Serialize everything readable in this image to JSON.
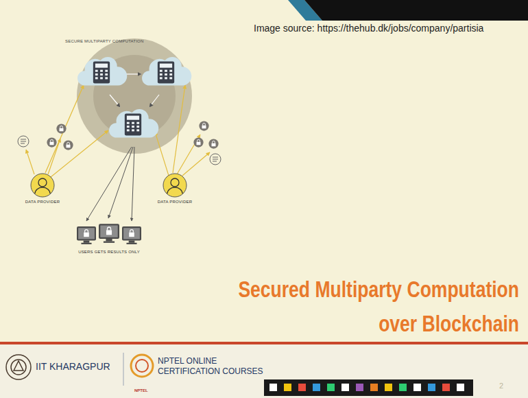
{
  "diagram": {
    "title": "Secured Multiparty Computation over Blockchain",
    "nodes": [
      {
        "text": [
          "DATA PROVIDER"
        ]
      },
      {
        "text": [
          "DATA PROVIDER"
        ]
      }
    ],
    "labels": [
      "SECURE MULTIPARTY COMPUTATION",
      "Image source: https://thehub.dk/jobs/company/partisia",
      "USERS GETS RESULTS ONLY",
      "IIT KHARAGPUR",
      "NPTEL ONLINE CERTIFICATION COURSES",
      "NPTEL",
      "2"
    ]
  }
}
